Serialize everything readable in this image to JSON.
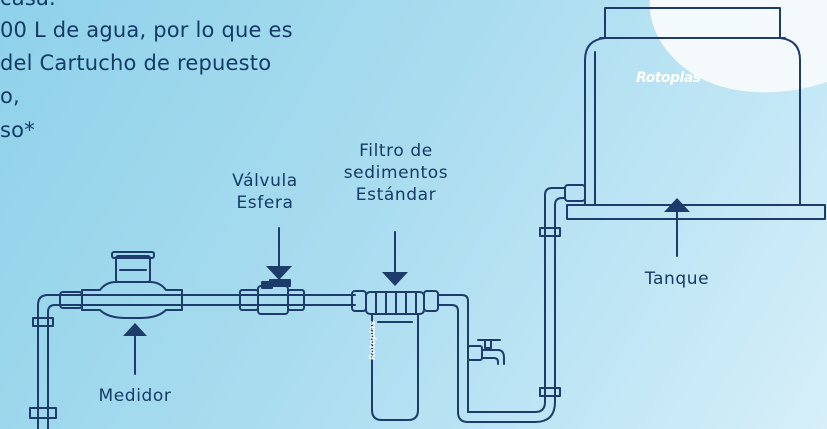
{
  "paragraph": {
    "lines": [
      "casa.",
      "00 L de agua, por lo que es",
      " del Cartucho de repuesto",
      "o,",
      "so*"
    ]
  },
  "labels": {
    "valve": [
      "Válvula",
      "Esfera"
    ],
    "filter": [
      "Filtro de",
      "sedimentos",
      "Estándar"
    ],
    "tank": "Tanque",
    "meter": "Medidor"
  },
  "brand": {
    "tank_logo": "Rotoplas",
    "filter_logo": "Rotoplas"
  },
  "colors": {
    "line": "#1d3c6b",
    "background": "#a9dcef",
    "blob": "#f4f9fc"
  }
}
